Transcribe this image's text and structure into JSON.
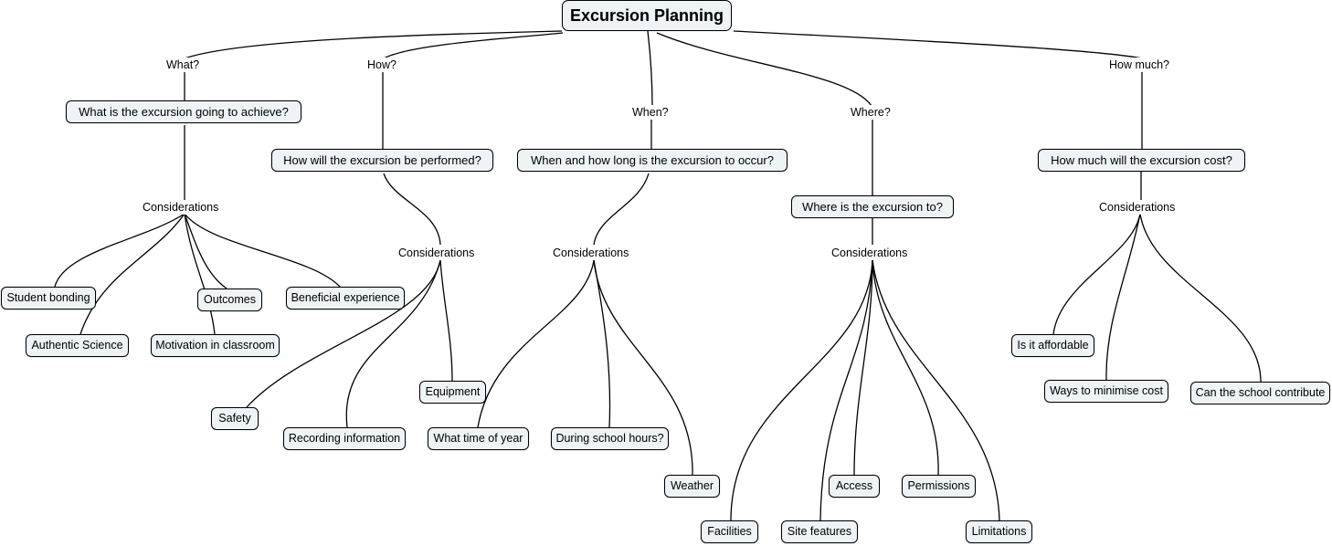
{
  "root": {
    "label": "Excursion Planning"
  },
  "branches": {
    "what": {
      "link_label": "What?",
      "question": "What is the excursion going to achieve?",
      "considerations_label": "Considerations",
      "items": [
        "Student bonding",
        "Authentic Science",
        "Outcomes",
        "Motivation in classroom",
        "Beneficial experience"
      ]
    },
    "how": {
      "link_label": "How?",
      "question": "How will the excursion be performed?",
      "considerations_label": "Considerations",
      "items": [
        "Safety",
        "Recording information",
        "Equipment"
      ]
    },
    "when": {
      "link_label": "When?",
      "question": "When and how long is the excursion to occur?",
      "considerations_label": "Considerations",
      "items": [
        "What time of year",
        "During school hours?",
        "Weather"
      ]
    },
    "where": {
      "link_label": "Where?",
      "question": "Where is the excursion to?",
      "considerations_label": "Considerations",
      "items": [
        "Facilities",
        "Site features",
        "Access",
        "Permissions",
        "Limitations"
      ]
    },
    "how_much": {
      "link_label": "How much?",
      "question": "How much will the excursion cost?",
      "considerations_label": "Considerations",
      "items": [
        "Is it affordable",
        "Ways to minimise cost",
        "Can the school contribute"
      ]
    }
  }
}
